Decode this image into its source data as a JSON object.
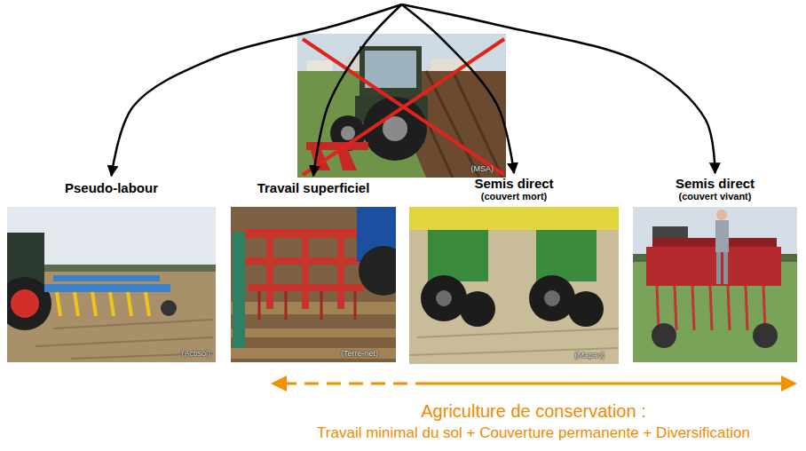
{
  "diagram": {
    "nodes": [
      {
        "text": [
          "(MSA)"
        ]
      },
      {
        "text": [
          "Pseudo-labour",
          "(Actisol)"
        ]
      },
      {
        "text": [
          "Travail superficiel",
          "(Terre-net)"
        ]
      },
      {
        "text": [
          "Semis direct",
          "(couvert mort)",
          "(Mapao)"
        ]
      },
      {
        "text": [
          "Semis direct",
          "(couvert vivant)"
        ]
      }
    ],
    "edges": [
      {
        "from": 0,
        "to": 1,
        "arrow": "to"
      },
      {
        "from": 0,
        "to": 2,
        "arrow": "to"
      },
      {
        "from": 0,
        "to": 3,
        "arrow": "to"
      },
      {
        "from": 0,
        "to": 4,
        "arrow": "to"
      }
    ],
    "labels": [
      "Agriculture de conservation :",
      "Travail minimal du sol + Couverture permanente + Diversification"
    ]
  }
}
